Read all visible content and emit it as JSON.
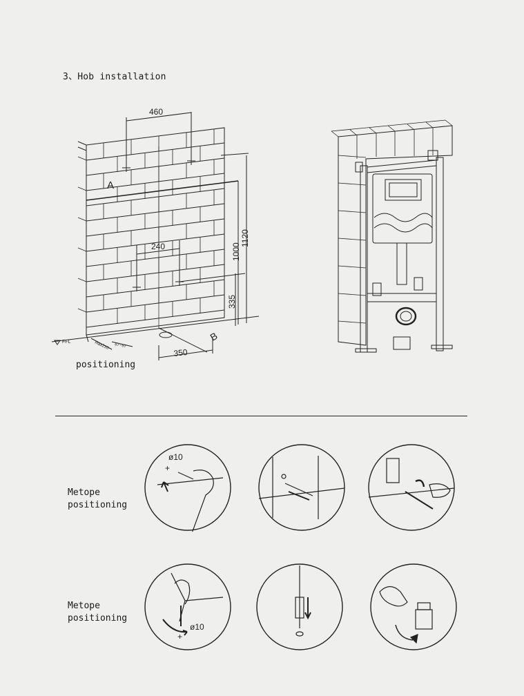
{
  "section": {
    "title": "3、Hob installation"
  },
  "wall_diagram": {
    "dimensions": {
      "top_width": "460",
      "inner_width": "240",
      "height_1000": "1000",
      "height_1120": "1120",
      "height_335": "335",
      "bottom_350": "350"
    },
    "markers": {
      "a": "A",
      "b": "B"
    },
    "small_labels": {
      "ffl": "FFL",
      "max210": "max210",
      "range": "87~97"
    },
    "caption": "positioning"
  },
  "steps": {
    "row1": {
      "label_line1": "Metope",
      "label_line2": "positioning",
      "drill_size": "ø10"
    },
    "row2": {
      "label_line1": "Metope",
      "label_line2": "positioning",
      "drill_size": "ø10"
    }
  }
}
